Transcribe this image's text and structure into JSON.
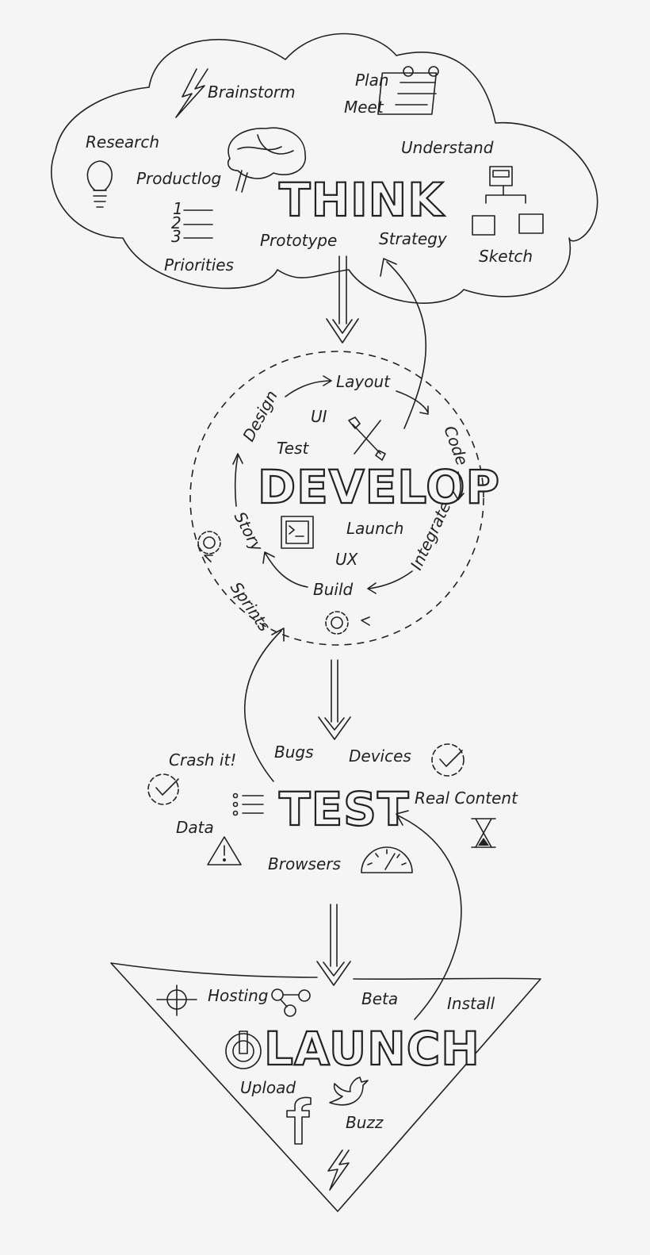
{
  "think": {
    "title": "THINK",
    "words": {
      "brainstorm": "Brainstorm",
      "plan": "Plan",
      "meet": "Meet",
      "research": "Research",
      "productlog": "Productlog",
      "understand": "Understand",
      "prototype": "Prototype",
      "strategy": "Strategy",
      "sketch": "Sketch",
      "priorities": "Priorities",
      "list_1": "1",
      "list_2": "2",
      "list_3": "3"
    },
    "icons": [
      "lightning-icon",
      "calendar-icon",
      "brain-icon",
      "lightbulb-icon",
      "numbered-list-icon",
      "org-chart-icon"
    ]
  },
  "develop": {
    "title": "DEVELOP",
    "words": {
      "layout": "Layout",
      "design": "Design",
      "ui": "UI",
      "test": "Test",
      "code": "Code",
      "launch": "Launch",
      "ux": "UX",
      "integrate": "Integrate",
      "story": "Story",
      "build": "Build",
      "sprints": "Sprints"
    },
    "icons": [
      "tools-icon",
      "terminal-icon",
      "gear-icon"
    ]
  },
  "test": {
    "title": "TEST",
    "words": {
      "bugs": "Bugs",
      "devices": "Devices",
      "crash": "Crash it!",
      "real_content": "Real Content",
      "data": "Data",
      "browsers": "Browsers"
    },
    "icons": [
      "checkmark-icon",
      "checklist-icon",
      "hourglass-icon",
      "warning-icon",
      "speedometer-icon"
    ]
  },
  "launch": {
    "title": "LAUNCH",
    "words": {
      "hosting": "Hosting",
      "beta": "Beta",
      "install": "Install",
      "upload": "Upload",
      "buzz": "Buzz"
    },
    "icons": [
      "crosshair-icon",
      "share-icon",
      "power-icon",
      "twitter-icon",
      "facebook-icon",
      "lightning-icon"
    ]
  },
  "colors": {
    "background": "#f5f5f5",
    "ink": "#222222"
  }
}
